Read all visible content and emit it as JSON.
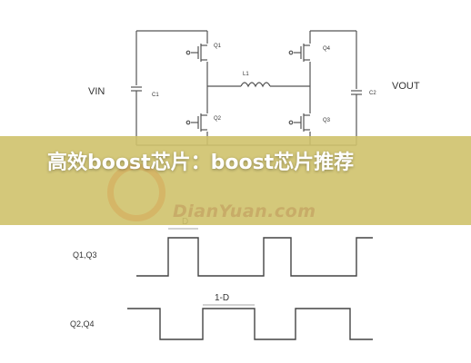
{
  "article": {
    "title": "高效boost芯片：boost芯片推荐"
  },
  "watermark": {
    "text": "DianYuan.com"
  },
  "circuit": {
    "vin_label": "VIN",
    "vout_label": "VOUT",
    "c1_label": "C1",
    "c2_label": "C2",
    "l1_label": "L1",
    "q1_label": "Q1",
    "q2_label": "Q2",
    "q3_label": "Q3",
    "q4_label": "Q4"
  },
  "waveforms": {
    "duty_label": "D",
    "complement_label": "1-D",
    "row1_label": "Q1,Q3",
    "row2_label": "Q2,Q4"
  }
}
